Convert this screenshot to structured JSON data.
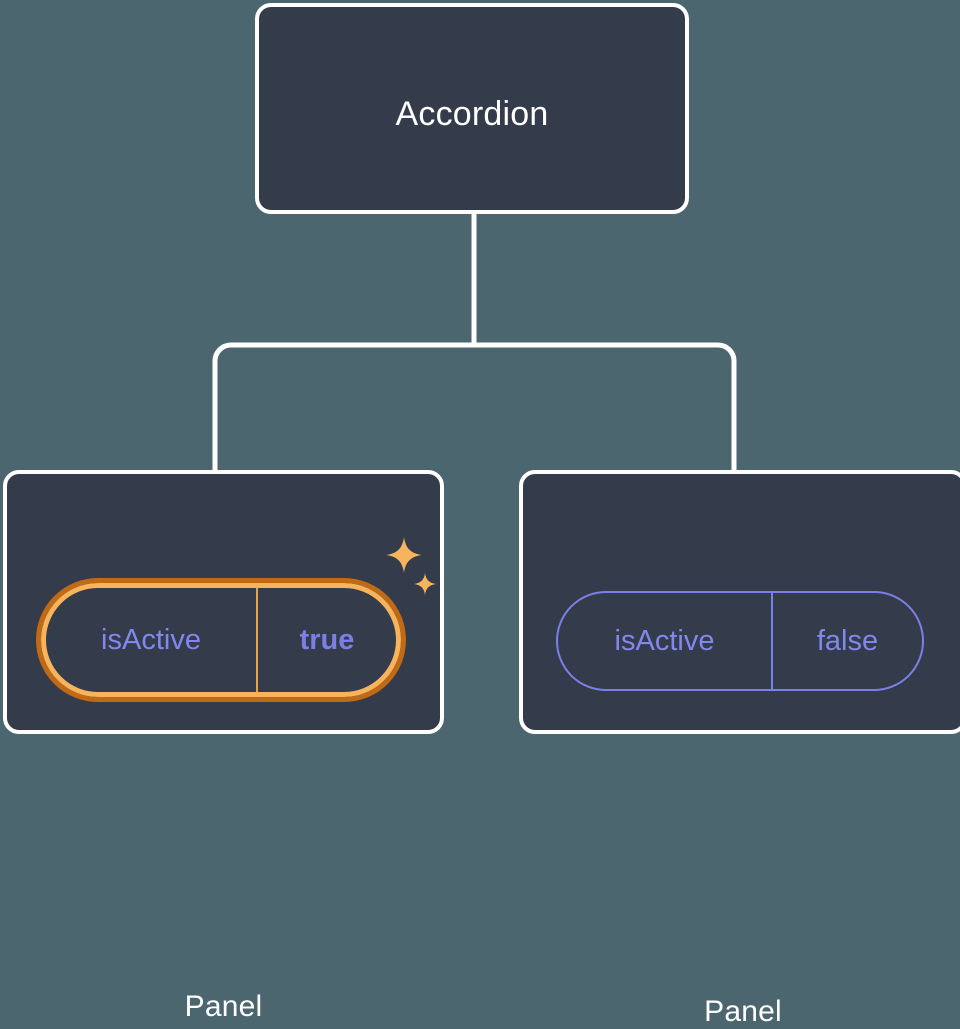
{
  "diagram": {
    "type": "component-tree",
    "background_color": "#4c6670",
    "node_fill_color": "#343b4a",
    "node_border_color": "#ffffff",
    "edge_color": "#ffffff",
    "highlight_color": "#f8b45c",
    "highlight_shadow_color": "#c06a16",
    "prop_text_color": "#8287ee",
    "prop_border_color": "#7b80e8",
    "sparkle_color": "#f8b45c"
  },
  "root": {
    "label": "Accordion"
  },
  "children": [
    {
      "label": "Panel",
      "highlighted": true,
      "prop": {
        "key": "isActive",
        "value": "true"
      },
      "sparkles": [
        {
          "name": "sparkle-large",
          "size": 36
        },
        {
          "name": "sparkle-small",
          "size": 22
        }
      ]
    },
    {
      "label": "Panel",
      "highlighted": false,
      "prop": {
        "key": "isActive",
        "value": "false"
      }
    }
  ],
  "icons": {
    "sparkle_large": "sparkle-icon",
    "sparkle_small": "sparkle-icon"
  }
}
